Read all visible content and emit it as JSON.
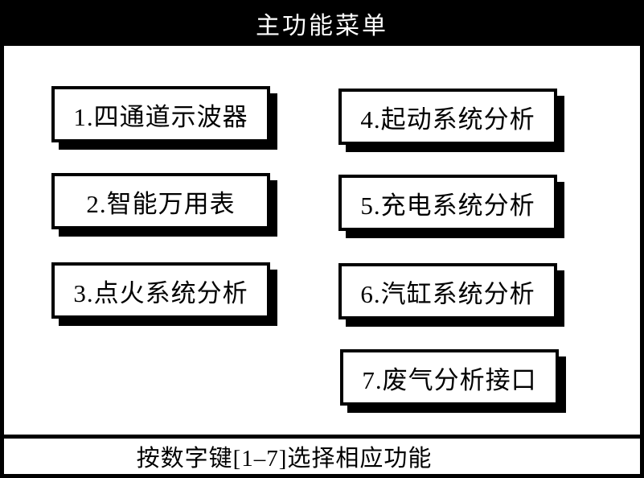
{
  "window": {
    "title": "主功能菜单"
  },
  "menu": {
    "items": [
      {
        "key": "1",
        "label": "1.四通道示波器"
      },
      {
        "key": "2",
        "label": "2.智能万用表"
      },
      {
        "key": "3",
        "label": "3.点火系统分析"
      },
      {
        "key": "4",
        "label": "4.起动系统分析"
      },
      {
        "key": "5",
        "label": "5.充电系统分析"
      },
      {
        "key": "6",
        "label": "6.汽缸系统分析"
      },
      {
        "key": "7",
        "label": "7.废气分析接口"
      }
    ]
  },
  "statusbar": {
    "hint": "按数字键[1–7]选择相应功能"
  },
  "colors": {
    "titlebar_bg": "#000000",
    "titlebar_text": "#ffffff",
    "button_bg": "#ffffff",
    "button_border": "#000000",
    "button_shadow": "#000000",
    "background": "#ffffff",
    "text": "#000000"
  }
}
